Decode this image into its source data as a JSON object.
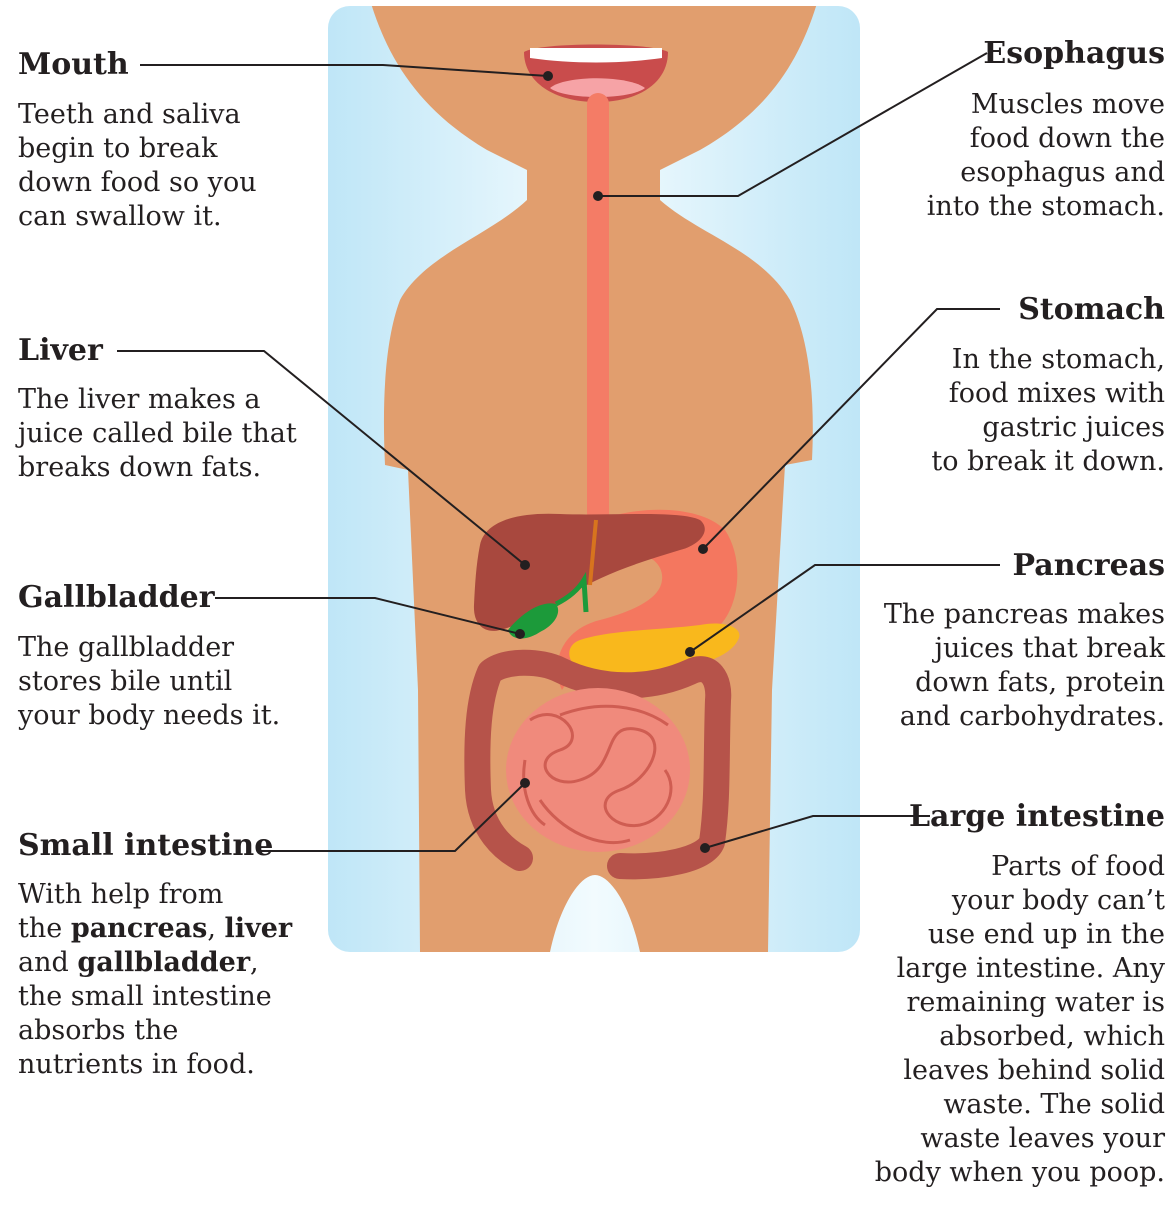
{
  "labels": {
    "mouth": {
      "title": "Mouth",
      "lines": [
        "Teeth and saliva",
        "begin to break",
        "down food so you",
        "can swallow it."
      ]
    },
    "liver": {
      "title": "Liver",
      "lines": [
        "The liver makes a",
        "juice called bile that",
        "breaks down fats."
      ]
    },
    "gallbladder": {
      "title": "Gallbladder",
      "lines": [
        "The gallbladder",
        "stores bile until",
        "your body needs it."
      ]
    },
    "small_intestine": {
      "title": "Small intestine",
      "line1_pre": "With help from",
      "line2_pre": "the ",
      "line2_bold1": "pancreas",
      "line2_sep": ", ",
      "line2_bold2": "liver",
      "line3_pre": "and ",
      "line3_bold": "gallbladder",
      "line3_post": ",",
      "lines_rest": [
        "the small intestine",
        "absorbs the",
        "nutrients in food."
      ]
    },
    "esophagus": {
      "title": "Esophagus",
      "lines": [
        "Muscles move",
        "food down the",
        "esophagus and",
        "into the stomach."
      ]
    },
    "stomach": {
      "title": "Stomach",
      "lines": [
        "In the stomach,",
        "food mixes with",
        "gastric juices",
        "to break it down."
      ]
    },
    "pancreas": {
      "title": "Pancreas",
      "lines": [
        "The pancreas makes",
        "juices that break",
        "down fats, protein",
        "and carbohydrates."
      ]
    },
    "large_intestine": {
      "title": "Large intestine",
      "lines": [
        "Parts of food",
        "your body can’t",
        "use end up in the",
        "large intestine. Any",
        "remaining water is",
        "absorbed, which",
        "leaves behind solid",
        "waste. The solid",
        "waste leaves your",
        "body when you poop."
      ]
    }
  },
  "colors": {
    "background_panel": "#d4eef9",
    "skin": "#e19e6e",
    "esophagus": "#f47c66",
    "liver": "#a8483e",
    "stomach": "#f4775f",
    "pancreas": "#f9b81c",
    "gallbladder": "#1c9a3a",
    "large_intestine": "#b6534a",
    "small_intestine": "#f08a7c",
    "mouth": "#c94c4c",
    "leader_line": "#231f20"
  }
}
